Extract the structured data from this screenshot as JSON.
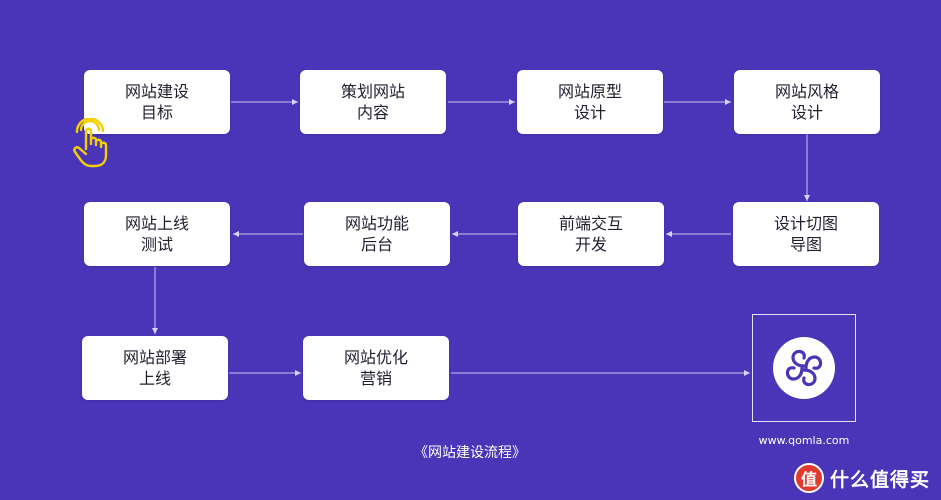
{
  "diagram": {
    "nodes": [
      {
        "line1": "网站建设",
        "line2": "目标"
      },
      {
        "line1": "策划网站",
        "line2": "内容"
      },
      {
        "line1": "网站原型",
        "line2": "设计"
      },
      {
        "line1": "网站风格",
        "line2": "设计"
      },
      {
        "line1": "设计切图",
        "line2": "导图"
      },
      {
        "line1": "前端交互",
        "line2": "开发"
      },
      {
        "line1": "网站功能",
        "line2": "后台"
      },
      {
        "line1": "网站上线",
        "line2": "测试"
      },
      {
        "line1": "网站部署",
        "line2": "上线"
      },
      {
        "line1": "网站优化",
        "line2": "营销"
      }
    ],
    "caption": "《网站建设流程》",
    "site_url": "www.qomla.com"
  },
  "colors": {
    "background": "#4a35b8",
    "node": "#ffffff",
    "connector": "#c9c2f0",
    "hand_icon": "#f5d000"
  },
  "icons": {
    "pointer": "hand-pointer-icon",
    "logo": "qomla-logo-icon"
  },
  "watermark": {
    "badge": "值",
    "text": "什么值得买"
  }
}
